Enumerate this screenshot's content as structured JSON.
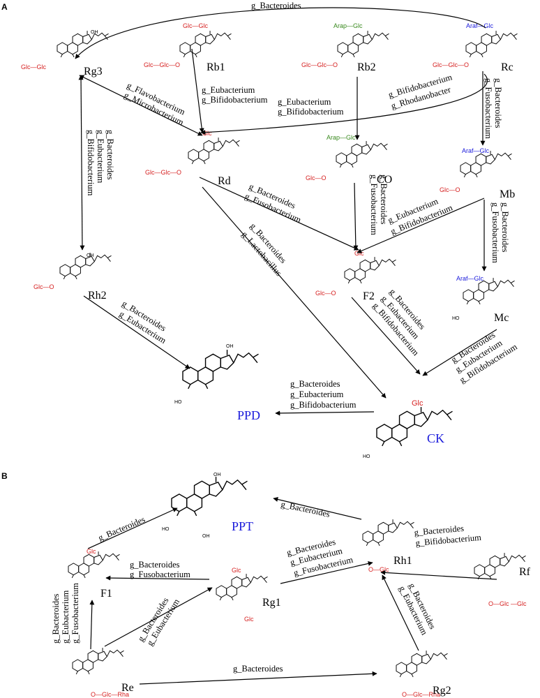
{
  "panels": {
    "a": "A",
    "b": "B"
  },
  "compounds": {
    "rg3": "Rg3",
    "rb1": "Rb1",
    "rb2": "Rb2",
    "rc": "Rc",
    "rd": "Rd",
    "co": "CO",
    "mb": "Mb",
    "rh2": "Rh2",
    "f2": "F2",
    "mc": "Mc",
    "ppd": "PPD",
    "ck": "CK",
    "ppt": "PPT",
    "rh1": "Rh1",
    "f1": "F1",
    "rg1": "Rg1",
    "rf": "Rf",
    "re": "Re",
    "rg2": "Rg2"
  },
  "sugars": {
    "glc": "Glc",
    "arap": "Arap",
    "araf": "Araf",
    "rha": "Rha",
    "glc_glc": "Glc—Glc",
    "glc_glc_o": "Glc—Glc—O",
    "glc_o": "Glc—O",
    "o_glc": "O—Glc",
    "o_glc_glc": "O—Glc —Glc",
    "o_glc_rha": "O—Glc—Rha",
    "arap_glc": "Arap—Glc",
    "araf_glc": "Araf—Glc"
  },
  "bacteria": {
    "bacteroides": "g_Bacteroides",
    "eubacterium": "g_Eubacterium",
    "bifidobacterium": "g_Bifidobacterium",
    "fusobacterium": "g_Fusobacterium",
    "flavobacterium": "g_Flavobacterium",
    "microbacterium": "g_Microbacterium",
    "rhodanobacter": "g_Rhodanobacter",
    "lactobacillus": "g_Lactobacillus"
  },
  "colors": {
    "glc": "#d62020",
    "arap": "#3a8a1f",
    "araf": "#1a1adb",
    "product": "#1a1adb"
  }
}
